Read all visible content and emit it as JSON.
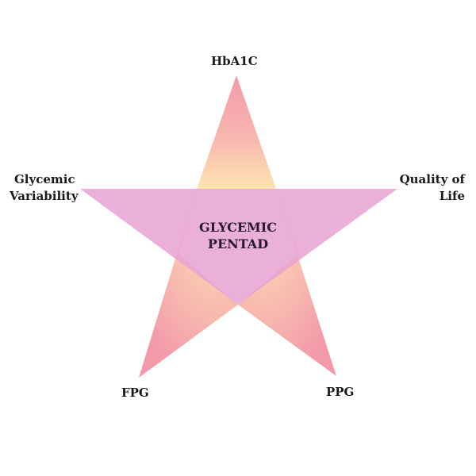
{
  "diagram": {
    "center": [
      "GLYCEMIC",
      "PENTAD"
    ],
    "points": {
      "top": "HbA1C",
      "left": [
        "Glycemic",
        "Variability"
      ],
      "right": [
        "Quality of",
        "Life"
      ],
      "bottom_left": "FPG",
      "bottom_right": "PPG"
    }
  },
  "colors": {
    "arm_pink": "#f2a0b0",
    "arm_peach": "#fbd2b0",
    "arm_yellow": "#fde4b0",
    "crossbar_magenta": "#e8a8d6",
    "crossbar_opacity": 0.85,
    "label_text": "#1a1a1a"
  }
}
